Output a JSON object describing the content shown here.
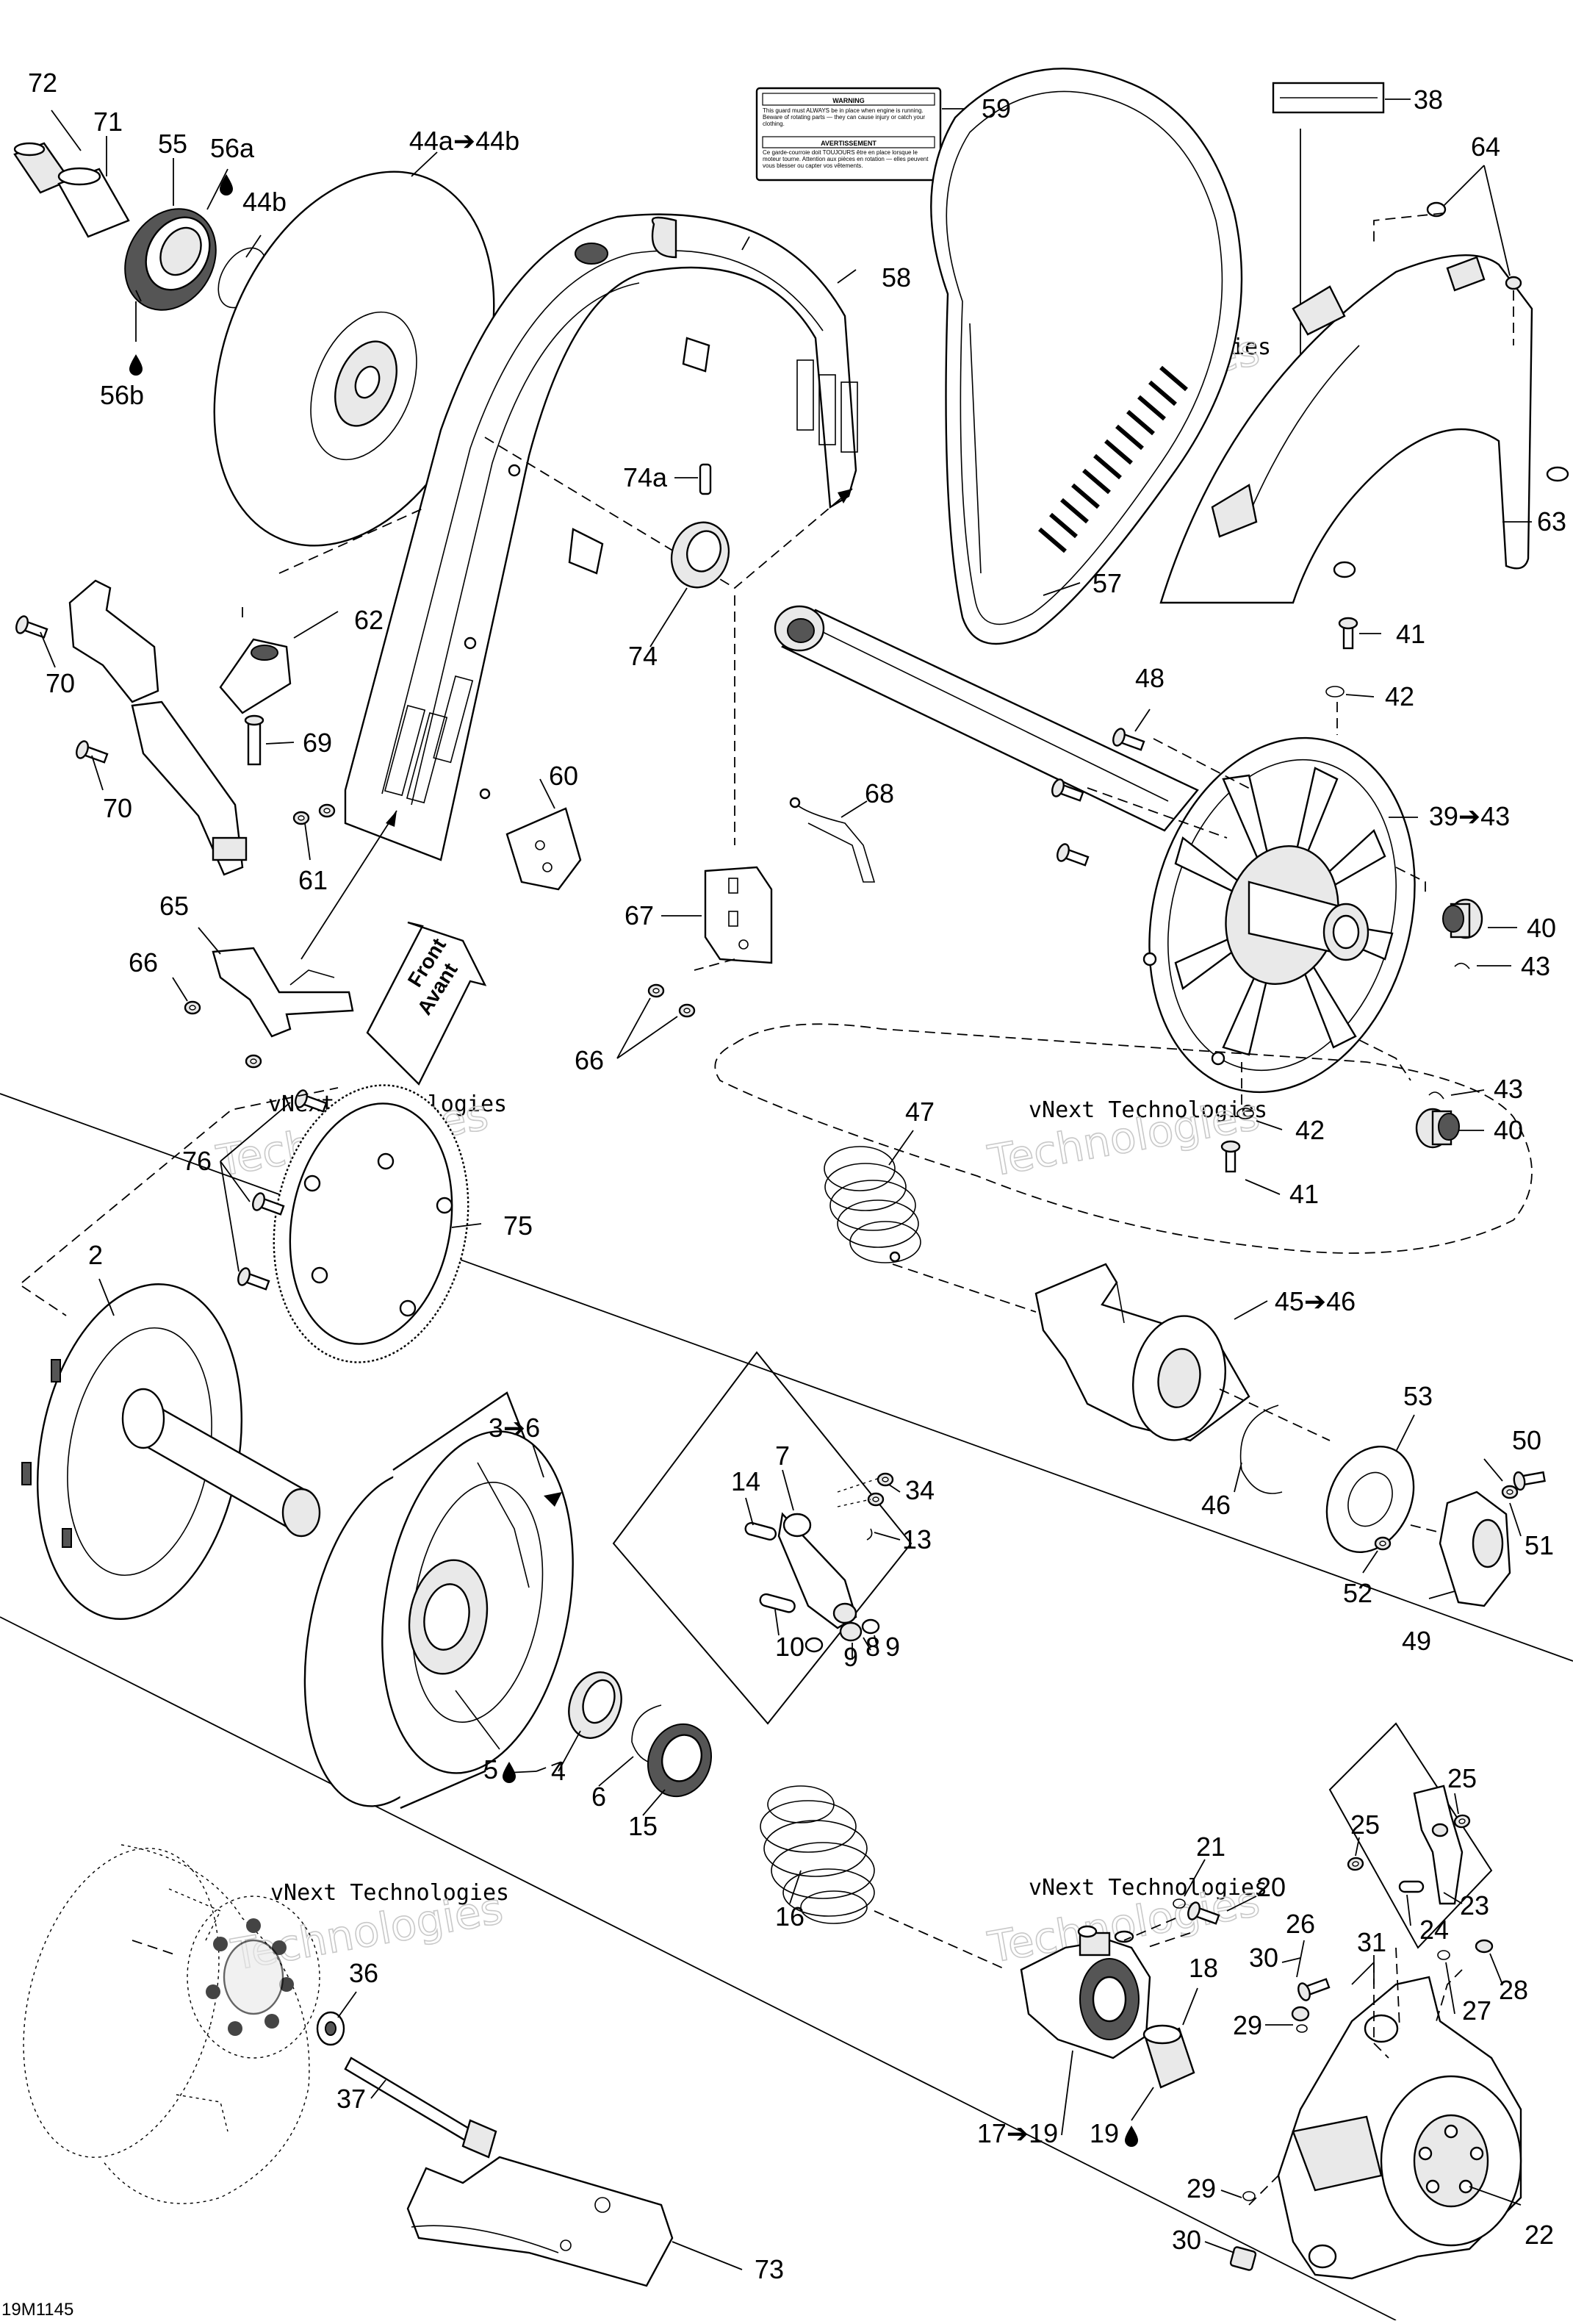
{
  "diagram_id": "19M1145",
  "front_arrow": {
    "line1": "Front",
    "line2": "Avant"
  },
  "watermark": {
    "company": "vNext Technologies",
    "overlay_a": "vNext",
    "overlay_b": "Technologies"
  },
  "oil_symbol": "drop-icon",
  "label_59": {
    "warning_title": "WARNING",
    "warning_text": "This guard must ALWAYS be in place when engine is running. Beware of rotating parts — they can cause injury or catch your clothing.",
    "avertissement_title": "AVERTISSEMENT",
    "avertissement_text": "Ce garde-courroie doit TOUJOURS être en place lorsque le moteur tourne. Attention aux pièces en rotation — elles peuvent vous blesser ou capter vos vêtements."
  },
  "callouts": {
    "c2": "2",
    "c3_6": "3➔6",
    "c4": "4",
    "c5": "5",
    "c6": "6",
    "c7": "7",
    "c8": "8",
    "c9a": "9",
    "c9b": "9",
    "c10": "10",
    "c13": "13",
    "c14": "14",
    "c15": "15",
    "c16": "16",
    "c17_19": "17➔19",
    "c18": "18",
    "c19": "19",
    "c20": "20",
    "c21": "21",
    "c22": "22",
    "c23": "23",
    "c24": "24",
    "c25a": "25",
    "c25b": "25",
    "c26": "26",
    "c27": "27",
    "c28": "28",
    "c29a": "29",
    "c29b": "29",
    "c30a": "30",
    "c30b": "30",
    "c31": "31",
    "c34": "34",
    "c36": "36",
    "c37": "37",
    "c38": "38",
    "c39_43": "39➔43",
    "c40a": "40",
    "c40b": "40",
    "c41a": "41",
    "c41b": "41",
    "c42a": "42",
    "c42b": "42",
    "c43a": "43",
    "c43b": "43",
    "c44a_44b": "44a➔44b",
    "c44b": "44b",
    "c45_46": "45➔46",
    "c46": "46",
    "c47": "47",
    "c48": "48",
    "c49": "49",
    "c50": "50",
    "c51": "51",
    "c52": "52",
    "c53": "53",
    "c55": "55",
    "c56a": "56a",
    "c56b": "56b",
    "c57": "57",
    "c58": "58",
    "c59": "59",
    "c60": "60",
    "c61": "61",
    "c62": "62",
    "c63": "63",
    "c64": "64",
    "c65": "65",
    "c66a": "66",
    "c66b": "66",
    "c67": "67",
    "c68": "68",
    "c69": "69",
    "c70a": "70",
    "c70b": "70",
    "c71": "71",
    "c72": "72",
    "c73": "73",
    "c74": "74",
    "c74a": "74a",
    "c75": "75",
    "c76": "76"
  }
}
